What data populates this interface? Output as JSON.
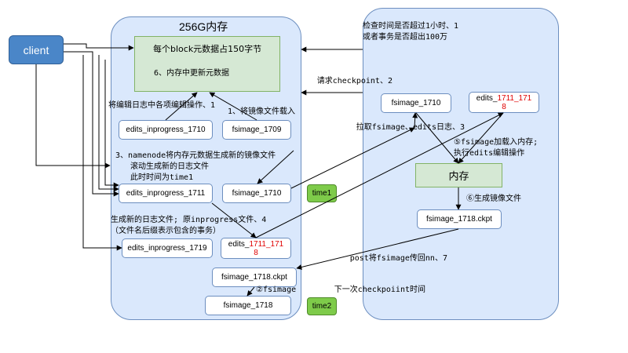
{
  "left_panel": {
    "title": "256G内存"
  },
  "metadata_box": {
    "line1": "每个block元数据占150字节",
    "line2": "6、内存中更新元数据"
  },
  "client": {
    "label": "client"
  },
  "nodes": {
    "edits_inprogress_1710": "edits_inprogress_1710",
    "fsimage_1709": "fsimage_1709",
    "edits_inprogress_1711": "edits_inprogress_1711",
    "fsimage_1710_left": "fsimage_1710",
    "edits_inprogress_1719": "edits_inprogress_1719",
    "edits_1711_1718_left": {
      "prefix": "edits_",
      "red1": "1711_171",
      "red2": "8"
    },
    "fsimage_1718_ckpt_left": "fsimage_1718.ckpt",
    "fsimage_1718": "fsimage_1718",
    "fsimage_1710_right": "fsimage_1710",
    "edits_1711_1718_right": {
      "prefix": "edits_",
      "red1": "1711_171",
      "red2": "8"
    },
    "memory_right": "内存",
    "fsimage_1718_ckpt_right": "fsimage_1718.ckpt"
  },
  "badges": {
    "time1": "time1",
    "time2": "time2"
  },
  "annotations": {
    "apply_edits": "1、将编辑日志中各项编辑操作",
    "load_image": "1、将镜像文件载入",
    "nn_new_image_1": "3、namenode将内存元数据生成新的镜像文件",
    "nn_new_image_2": "滚动生成新的日志文件",
    "nn_new_image_3": "此时时间为time1",
    "rename_1": "4、生成新的日志文件; 原inprogress文件",
    "rename_2": "（文件名后缀表示包含的事务）",
    "sn_check_1": "1、检查时间是否超过1小时",
    "sn_check_2": "或者事务是否超出100万",
    "checkpoint": "2、请求checkpoint",
    "pull_files": "3、拉取fsimage、edits日志",
    "load_memory_1": "⑤fsimage加载入内存;",
    "load_memory_2": "执行edits编辑操作",
    "gen_image": "⑥生成镜像文件",
    "post_back": "7、post将fsimage传回nn",
    "rename_fsimage": "②fsimage",
    "ckpt_time": "下一次checkpoiint时间"
  },
  "colors": {
    "panel_fill": "#dae8fc",
    "panel_border": "#6c8ebf",
    "green_fill": "#d5e8d4",
    "client_fill": "#4a86c8",
    "badge_fill": "#7ecb4a",
    "highlight_text": "#e00000"
  }
}
